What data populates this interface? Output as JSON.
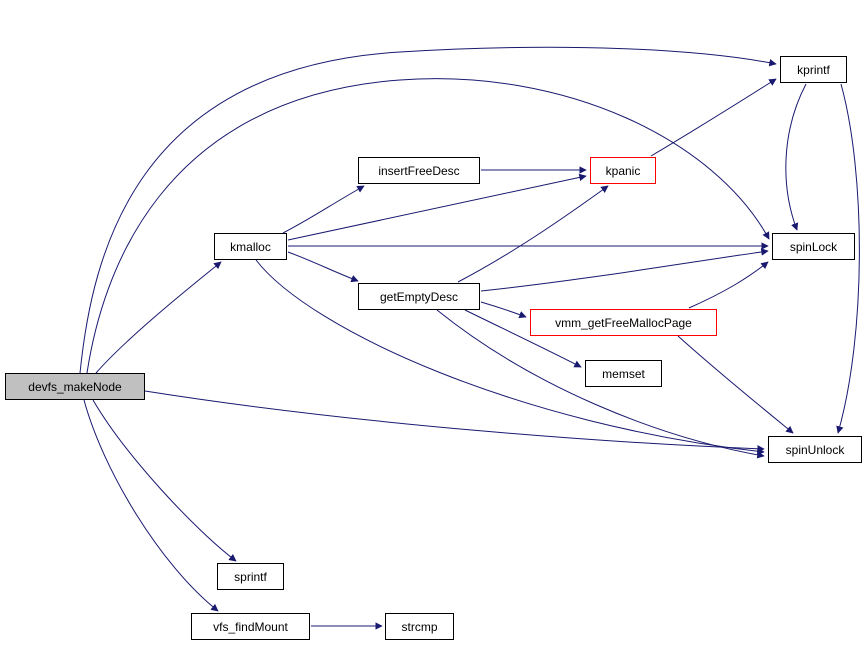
{
  "diagram": {
    "type": "call-graph",
    "colors": {
      "edge": "#191970",
      "node_border": "#000000",
      "node_fill": "#ffffff",
      "focus_node_fill": "#c0c0c0",
      "truncated_node_border": "#ff0000",
      "background": "#ffffff"
    },
    "nodes": [
      {
        "id": "devfs_makeNode",
        "label": "devfs_makeNode",
        "style": "focus"
      },
      {
        "id": "kmalloc",
        "label": "kmalloc",
        "style": "normal"
      },
      {
        "id": "insertFreeDesc",
        "label": "insertFreeDesc",
        "style": "normal"
      },
      {
        "id": "kpanic",
        "label": "kpanic",
        "style": "truncated"
      },
      {
        "id": "kprintf",
        "label": "kprintf",
        "style": "normal"
      },
      {
        "id": "spinLock",
        "label": "spinLock",
        "style": "normal"
      },
      {
        "id": "getEmptyDesc",
        "label": "getEmptyDesc",
        "style": "normal"
      },
      {
        "id": "vmm_getFreeMallocPage",
        "label": "vmm_getFreeMallocPage",
        "style": "truncated"
      },
      {
        "id": "memset",
        "label": "memset",
        "style": "normal"
      },
      {
        "id": "spinUnlock",
        "label": "spinUnlock",
        "style": "normal"
      },
      {
        "id": "sprintf",
        "label": "sprintf",
        "style": "normal"
      },
      {
        "id": "vfs_findMount",
        "label": "vfs_findMount",
        "style": "normal"
      },
      {
        "id": "strcmp",
        "label": "strcmp",
        "style": "normal"
      }
    ],
    "edges": [
      {
        "from": "devfs_makeNode",
        "to": "kmalloc"
      },
      {
        "from": "devfs_makeNode",
        "to": "kprintf"
      },
      {
        "from": "devfs_makeNode",
        "to": "spinLock"
      },
      {
        "from": "devfs_makeNode",
        "to": "spinUnlock"
      },
      {
        "from": "devfs_makeNode",
        "to": "sprintf"
      },
      {
        "from": "devfs_makeNode",
        "to": "vfs_findMount"
      },
      {
        "from": "kmalloc",
        "to": "insertFreeDesc"
      },
      {
        "from": "kmalloc",
        "to": "kpanic"
      },
      {
        "from": "kmalloc",
        "to": "getEmptyDesc"
      },
      {
        "from": "kmalloc",
        "to": "spinLock"
      },
      {
        "from": "kmalloc",
        "to": "spinUnlock"
      },
      {
        "from": "insertFreeDesc",
        "to": "kpanic"
      },
      {
        "from": "kpanic",
        "to": "kprintf"
      },
      {
        "from": "getEmptyDesc",
        "to": "kpanic"
      },
      {
        "from": "getEmptyDesc",
        "to": "spinLock"
      },
      {
        "from": "getEmptyDesc",
        "to": "vmm_getFreeMallocPage"
      },
      {
        "from": "getEmptyDesc",
        "to": "memset"
      },
      {
        "from": "getEmptyDesc",
        "to": "spinUnlock"
      },
      {
        "from": "vmm_getFreeMallocPage",
        "to": "spinLock"
      },
      {
        "from": "vmm_getFreeMallocPage",
        "to": "spinUnlock"
      },
      {
        "from": "kprintf",
        "to": "spinLock"
      },
      {
        "from": "kprintf",
        "to": "spinUnlock"
      },
      {
        "from": "vfs_findMount",
        "to": "strcmp"
      }
    ]
  }
}
